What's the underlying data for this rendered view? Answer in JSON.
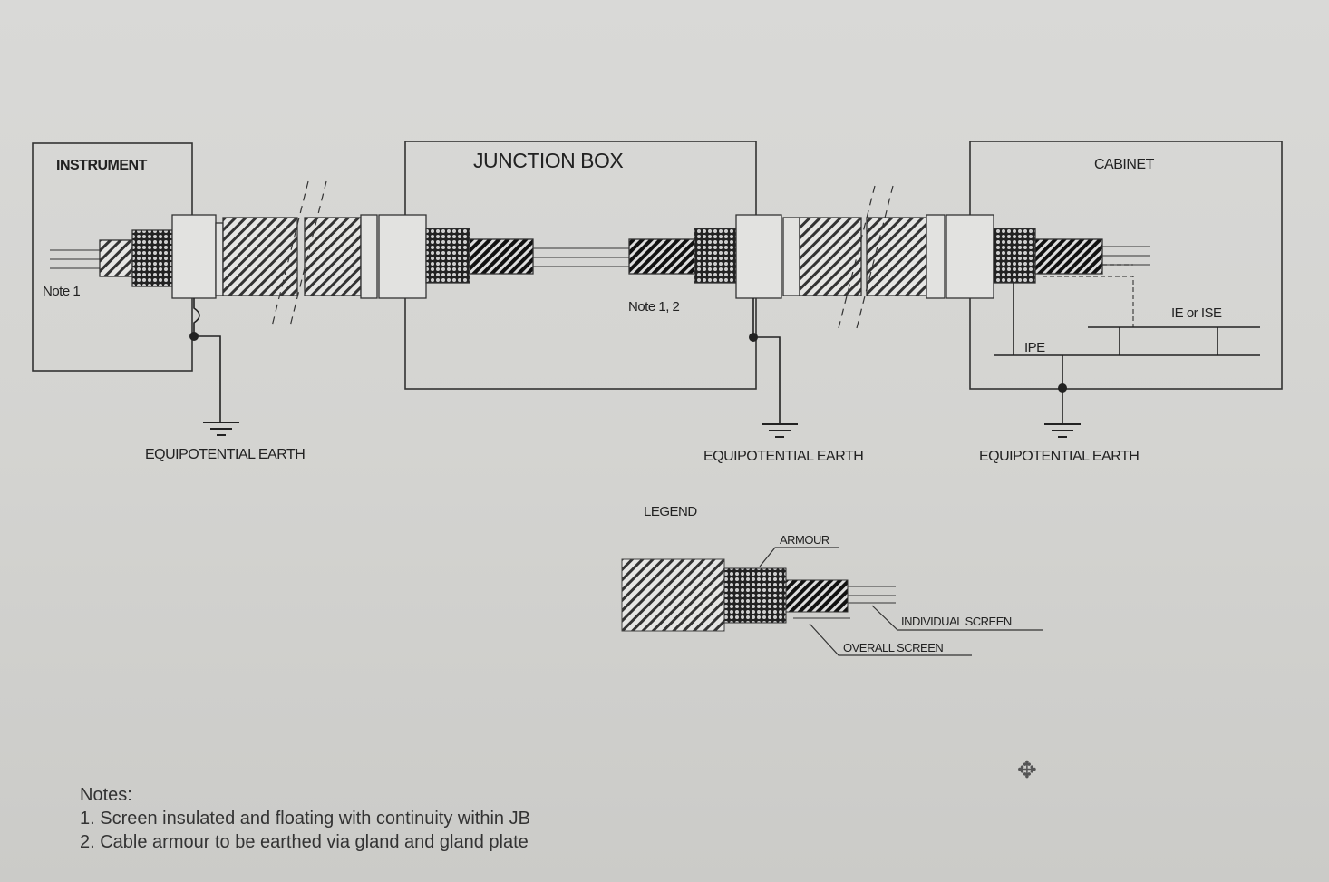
{
  "diagram": {
    "instrument": {
      "title": "INSTRUMENT",
      "note": "Note 1"
    },
    "junction_box": {
      "title": "JUNCTION BOX",
      "note": "Note 1, 2"
    },
    "cabinet": {
      "title": "CABINET",
      "ie_label": "IE or ISE",
      "ipe_label": "IPE"
    },
    "earth_labels": [
      "EQUIPOTENTIAL EARTH",
      "EQUIPOTENTIAL EARTH",
      "EQUIPOTENTIAL EARTH"
    ],
    "legend": {
      "title": "LEGEND",
      "armour": "ARMOUR",
      "individual_screen": "INDIVIDUAL SCREEN",
      "overall_screen": "OVERALL SCREEN"
    }
  },
  "notes": {
    "heading": "Notes:",
    "items": [
      "1. Screen insulated and floating with continuity within JB",
      "2. Cable armour to be earthed via gland and gland plate"
    ]
  }
}
